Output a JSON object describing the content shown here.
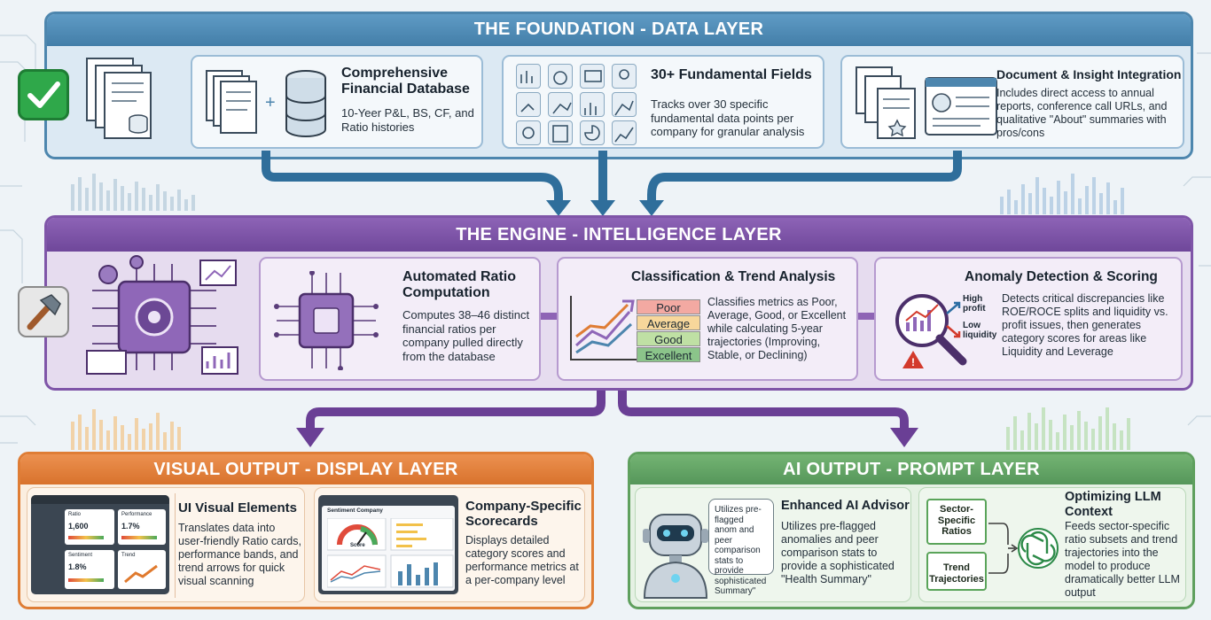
{
  "data_layer": {
    "title": "THE FOUNDATION - DATA LAYER",
    "cards": [
      {
        "title": "Comprehensive Financial Database",
        "desc": "10-Yeer P&L, BS, CF, and Ratio histories"
      },
      {
        "title": "30+ Fundamental Fields",
        "desc": "Tracks over 30 specific fundamental data points per company for granular analysis"
      },
      {
        "title": "Document & Insight Integration",
        "desc": "Includes direct access to annual reports, conference call URLs, and qualitative \"About\" summaries with pros/cons"
      }
    ]
  },
  "engine_layer": {
    "title": "THE ENGINE - INTELLIGENCE LAYER",
    "cards": [
      {
        "title": "Automated Ratio Computation",
        "desc": "Computes 38–46 distinct financial ratios per company pulled directly from the database"
      },
      {
        "title": "Classification & Trend Analysis",
        "desc": "Classifies metrics as Poor, Average, Good, or Excellent while calculating 5-year trajectories (Improving, Stable, or Declining)"
      },
      {
        "title": "Anomaly Detection & Scoring",
        "desc": "Detects critical discrepancies like ROE/ROCE splits and liquidity vs. profit issues, then generates category scores for areas like Liquidity and Leverage"
      }
    ],
    "bands": [
      "Poor",
      "Average",
      "Good",
      "Excellent"
    ],
    "anomaly_tags": {
      "high": "High profit",
      "low": "Low liquidity"
    }
  },
  "visual_layer": {
    "title": "VISUAL OUTPUT - DISPLAY LAYER",
    "cards": [
      {
        "title": "UI Visual Elements",
        "desc": "Translates data into user-friendly Ratio cards, performance bands, and trend arrows for quick visual scanning"
      },
      {
        "title": "Company-Specific Scorecards",
        "desc": "Displays detailed category scores and performance metrics at a per-company level"
      }
    ],
    "mock_ui": {
      "ratio_label": "Ratio",
      "ratio_value": "1,600",
      "perf_label": "Performance",
      "perf_value": "1.7%",
      "sentiment_label": "Sentiment",
      "sentiment_value": "1.8%",
      "trend_label": "Trend",
      "scorecard_title": "Sentiment Company",
      "gauge_label": "Score"
    }
  },
  "ai_layer": {
    "title": "AI OUTPUT - PROMPT LAYER",
    "cards": [
      {
        "title": "Enhanced AI Advisor",
        "desc": "Utilizes pre-flagged anomalies and peer comparison stats to provide a sophisticated \"Health Summary\""
      },
      {
        "title": "Optimizing LLM Context",
        "desc": "Feeds sector-specific ratio subsets and trend trajectories into the model to produce dramatically better LLM output"
      }
    ],
    "speech": "Utilizes pre-flagged anom and peer comparison stats to provide sophisticated Summary\"",
    "tags": [
      "Sector-Specific Ratios",
      "Trend Trajectories"
    ]
  },
  "colors": {
    "data_accent": "#4d86ae",
    "engine_accent": "#7f55a8",
    "visual_accent": "#df7d35",
    "ai_accent": "#5fa05e",
    "check_green": "#2fa84a"
  },
  "icons": [
    "checkmark-icon",
    "hammer-icon",
    "document-stack-icon",
    "database-icon",
    "chip-icon",
    "gear-icon",
    "magnifier-chart-icon",
    "warning-icon",
    "robot-icon",
    "llm-knot-icon"
  ]
}
